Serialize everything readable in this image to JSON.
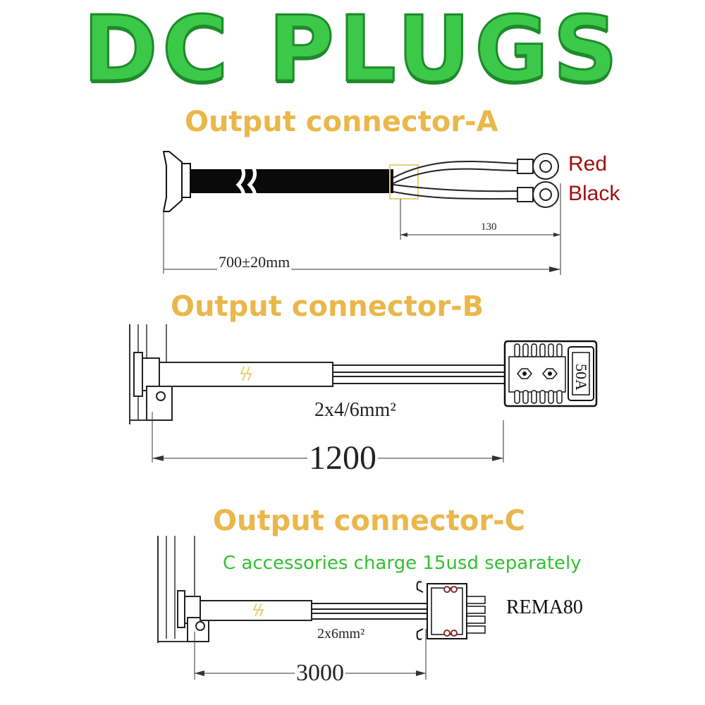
{
  "title": "DC PLUGS",
  "connector_a": {
    "heading": "Output connector-A",
    "wire_red": "Red",
    "wire_black": "Black",
    "dim_branch": "130",
    "dim_length": "700±20mm"
  },
  "connector_b": {
    "heading": "Output connector-B",
    "plug_rating": "50A",
    "cable_spec": "2x4/6mm²",
    "dim_length": "1200"
  },
  "connector_c": {
    "heading": "Output connector-C",
    "note": "C accessories charge 15usd separately",
    "model": "REMA80",
    "cable_spec": "2x6mm²",
    "dim_length": "3000"
  },
  "colors": {
    "title_green": "#3cc94a",
    "heading_gold": "#eab74a",
    "note_green": "#33c030",
    "wire_label_red": "#a01010"
  }
}
